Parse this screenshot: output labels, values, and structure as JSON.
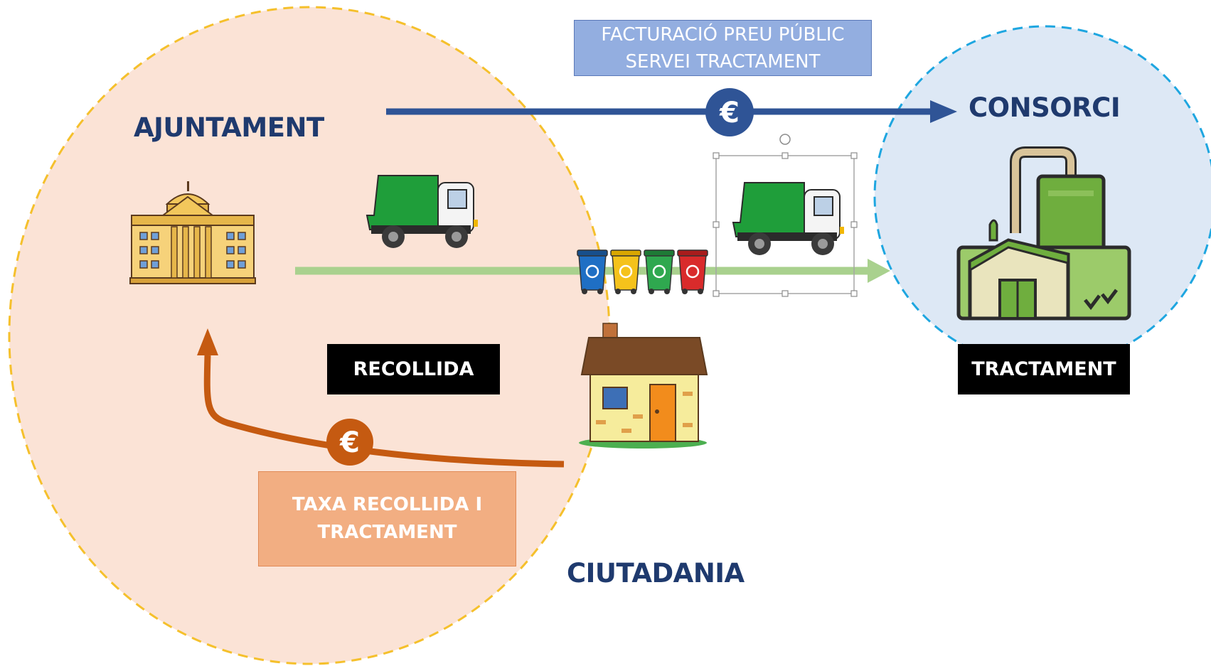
{
  "labels": {
    "ajuntament": "AJUNTAMENT",
    "consorci": "CONSORCI",
    "ciutadania": "CIUTADANIA"
  },
  "boxes": {
    "billing": [
      "FACTURACIÓ PREU PÚBLIC",
      "SERVEI TRACTAMENT"
    ],
    "collection": "RECOLLIDA",
    "treatment": "TRACTAMENT",
    "tax": [
      "TAXA RECOLLIDA I",
      "TRACTAMENT"
    ]
  },
  "currency_symbol": "€",
  "colors": {
    "ajuntament_fill": "#fbe3d6",
    "ajuntament_border": "#f5c02c",
    "consorci_fill": "#dde8f5",
    "consorci_border": "#1ea6e0",
    "billing_arrow": "#2f5496",
    "tax_arrow": "#c55a11",
    "waste_flow_arrow": "#a9d18e",
    "label_text": "#1f3a6e"
  },
  "icons": [
    "town-hall-icon",
    "garbage-truck-icon",
    "recycling-bins-icon",
    "house-icon",
    "treatment-plant-icon",
    "euro-icon"
  ]
}
